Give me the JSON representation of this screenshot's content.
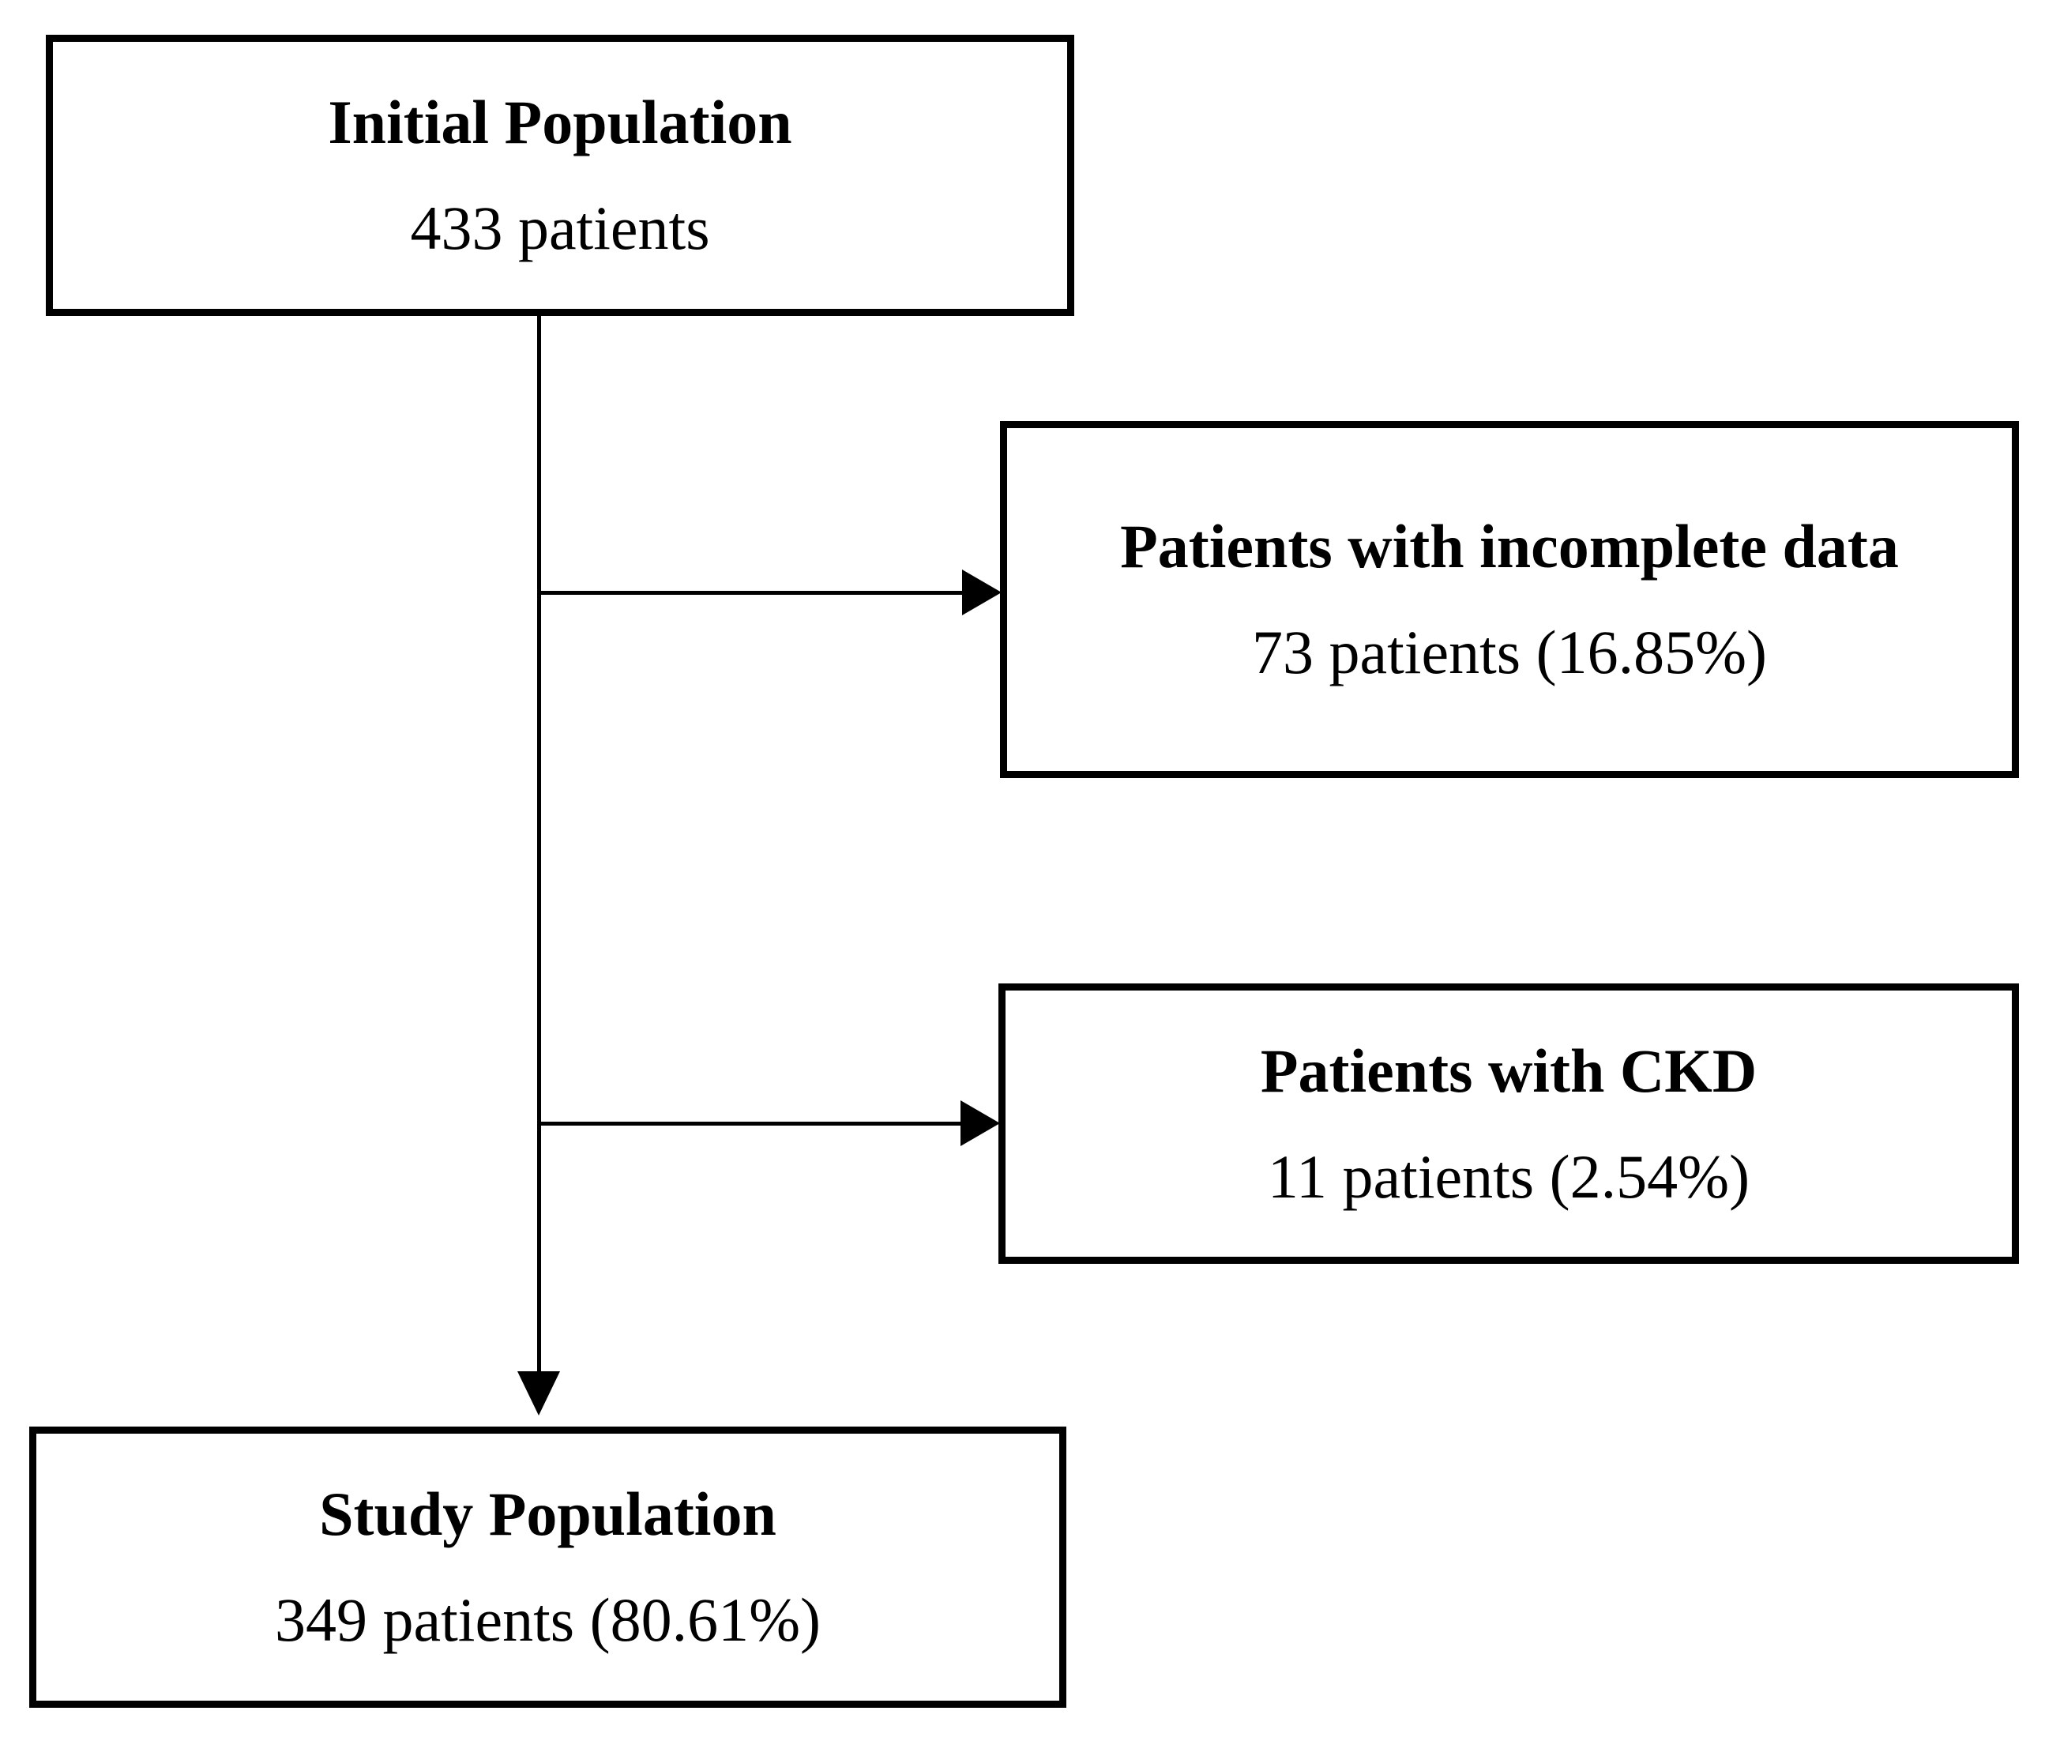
{
  "diagram": {
    "type": "flowchart",
    "background": "#ffffff",
    "line_color": "#000000",
    "text_color": "#000000",
    "nodes": [
      {
        "id": "initial-population",
        "title": "Initial Population",
        "value": "433 patients"
      },
      {
        "id": "patients-incomplete-data",
        "title": "Patients with incomplete data",
        "value": "73 patients (16.85%)"
      },
      {
        "id": "patients-ckd",
        "title": "Patients with CKD",
        "value": "11 patients (2.54%)"
      },
      {
        "id": "study-population",
        "title": "Study Population",
        "value": "349 patients (80.61%)"
      }
    ],
    "edges": [
      {
        "from": "initial-population",
        "to": "patients-incomplete-data"
      },
      {
        "from": "initial-population",
        "to": "patients-ckd"
      },
      {
        "from": "initial-population",
        "to": "study-population"
      }
    ]
  }
}
